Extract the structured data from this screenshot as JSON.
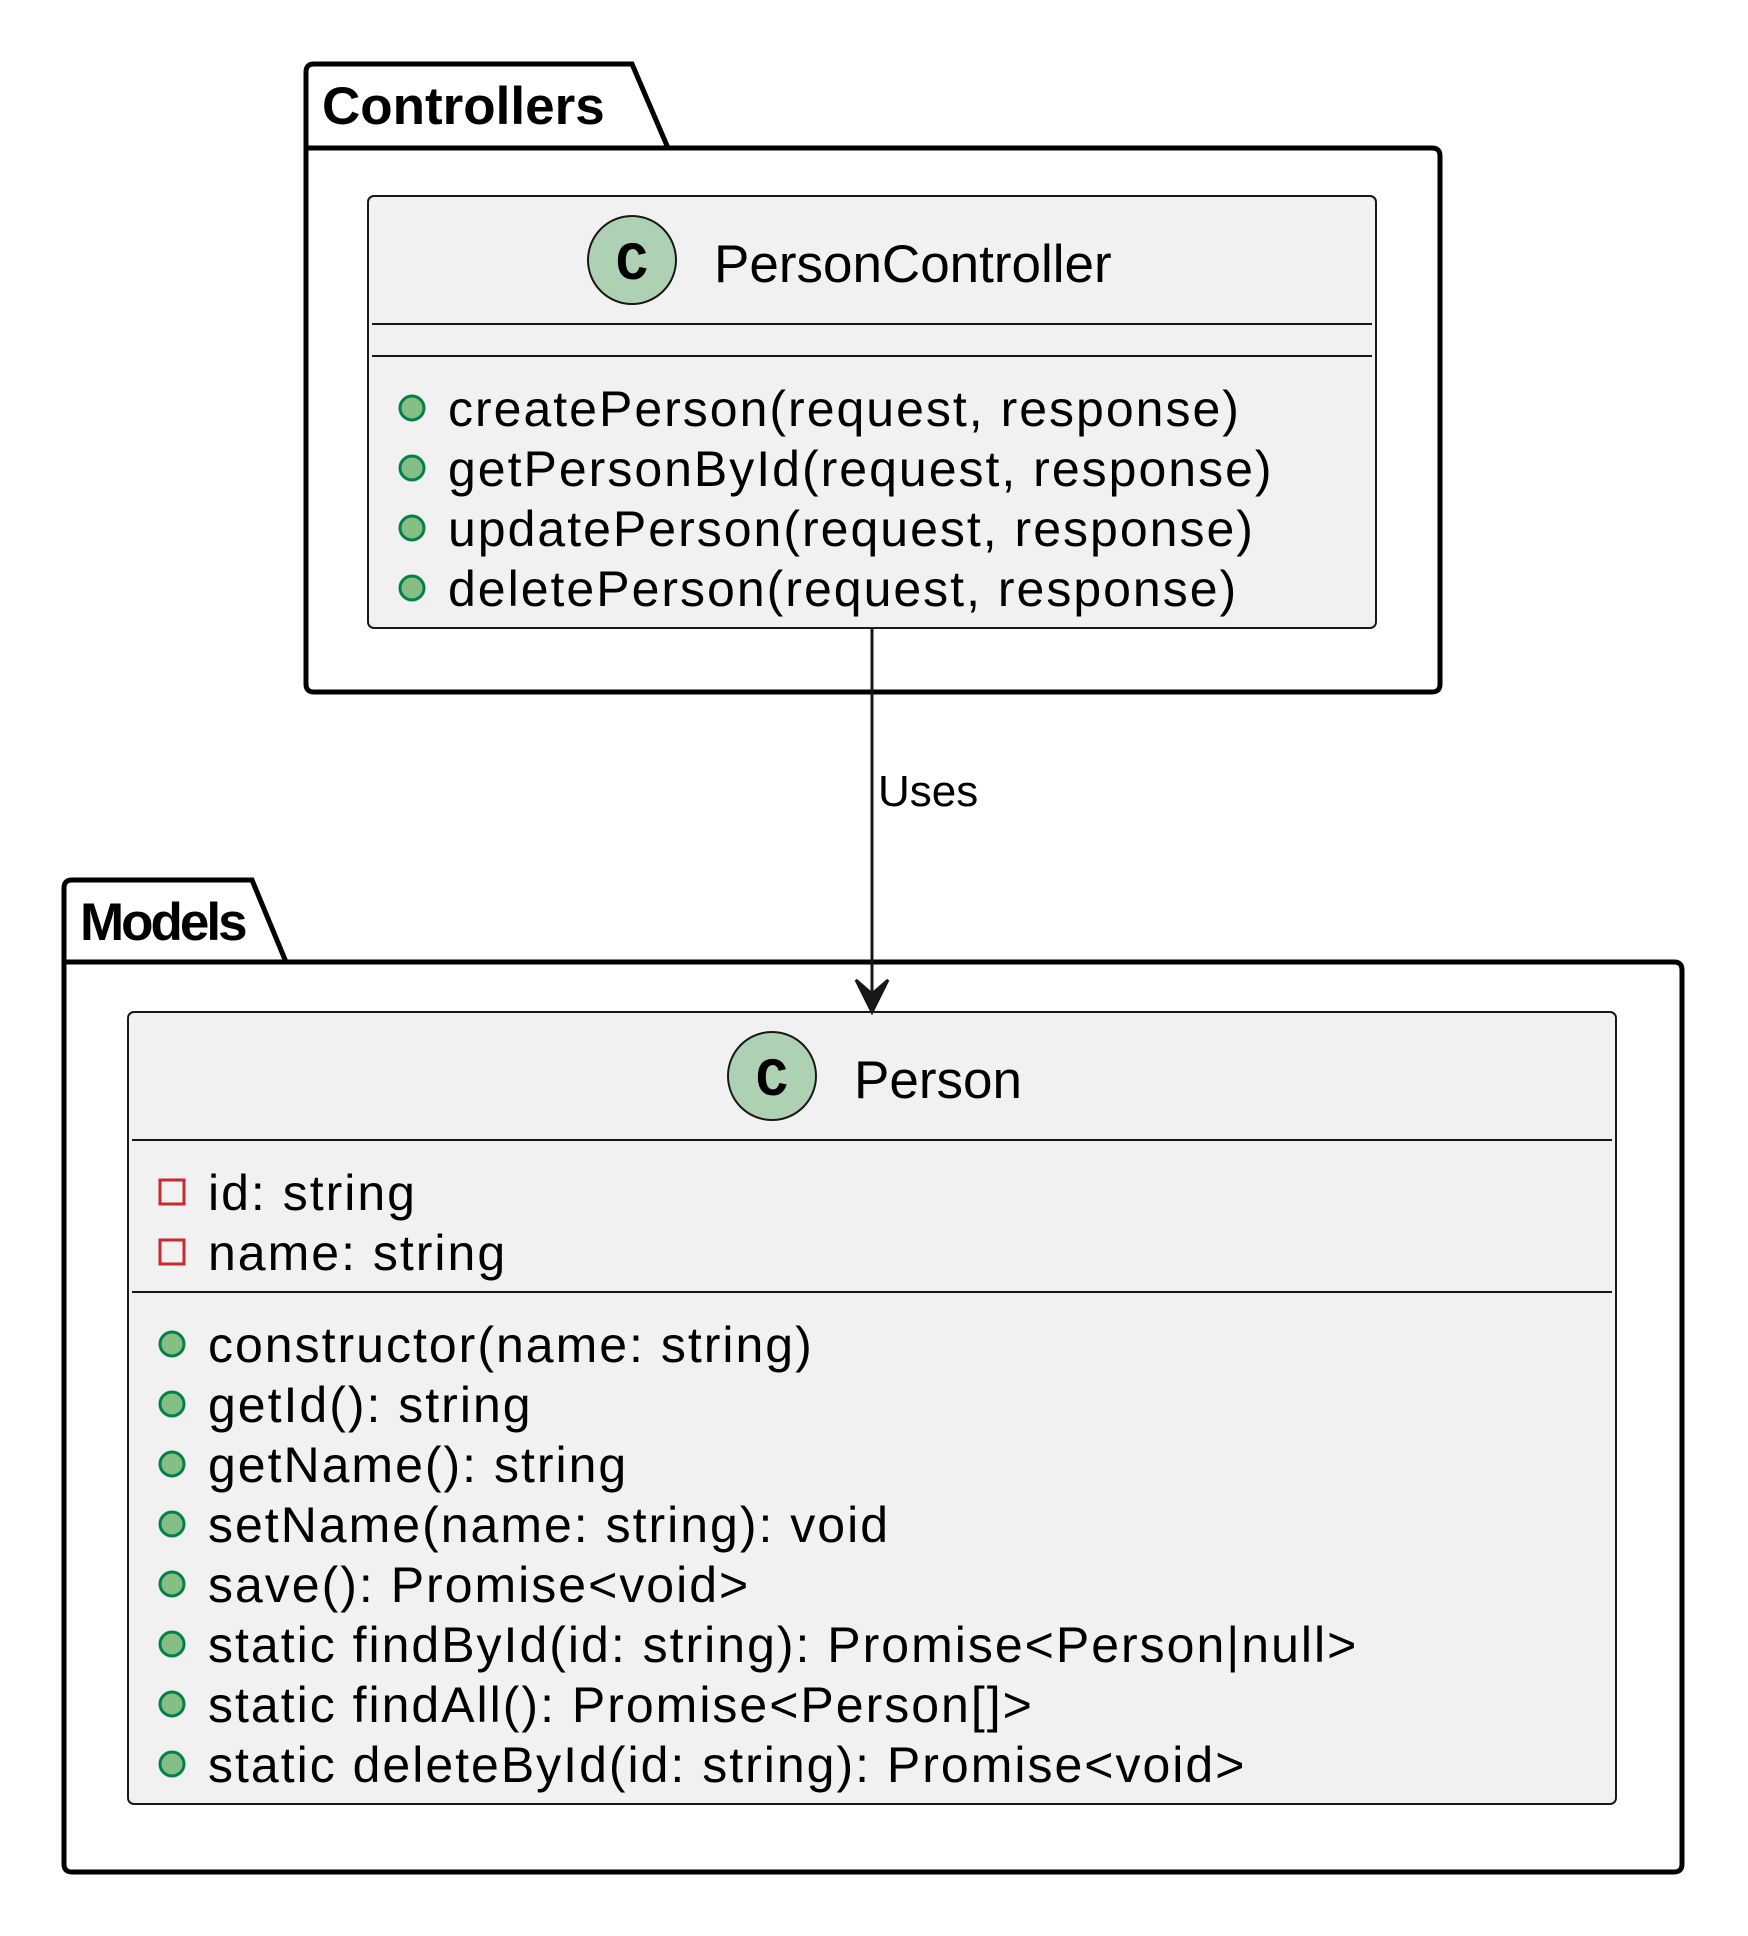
{
  "packages": [
    {
      "name": "Controllers",
      "classes": [
        {
          "name": "PersonController",
          "stereotype_letter": "C",
          "fields": [],
          "methods": [
            {
              "visibility": "public",
              "text": "createPerson(request, response)"
            },
            {
              "visibility": "public",
              "text": "getPersonById(request, response)"
            },
            {
              "visibility": "public",
              "text": "updatePerson(request, response)"
            },
            {
              "visibility": "public",
              "text": "deletePerson(request, response)"
            }
          ]
        }
      ]
    },
    {
      "name": "Models",
      "classes": [
        {
          "name": "Person",
          "stereotype_letter": "C",
          "fields": [
            {
              "visibility": "private",
              "text": "id: string"
            },
            {
              "visibility": "private",
              "text": "name: string"
            }
          ],
          "methods": [
            {
              "visibility": "public",
              "text": "constructor(name: string)"
            },
            {
              "visibility": "public",
              "text": "getId(): string"
            },
            {
              "visibility": "public",
              "text": "getName(): string"
            },
            {
              "visibility": "public",
              "text": "setName(name: string): void"
            },
            {
              "visibility": "public",
              "text": "save(): Promise<void>"
            },
            {
              "visibility": "public",
              "text": "static findById(id: string): Promise<Person|null>"
            },
            {
              "visibility": "public",
              "text": "static findAll(): Promise<Person[]>"
            },
            {
              "visibility": "public",
              "text": "static deleteById(id: string): Promise<void>"
            }
          ]
        }
      ]
    }
  ],
  "relations": [
    {
      "from": "PersonController",
      "to": "Person",
      "label": "Uses",
      "arrow": "open"
    }
  ],
  "colors": {
    "class_fill": "#F1F1F1",
    "spot_fill": "#ADD1B2",
    "public_fill": "#84BE84",
    "public_stroke": "#038048",
    "private_stroke": "#C82930"
  }
}
